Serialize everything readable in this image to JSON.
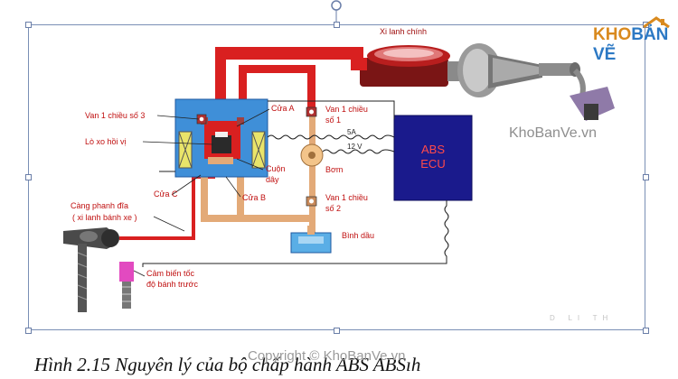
{
  "labels": {
    "xi_lanh_chinh": "Xi lanh chính",
    "van1_so3": "Van 1 chiều số 3",
    "lo_xo_hoi_vi": "Lò xo hồi vị",
    "cua_a": "Cửa A",
    "van1_so1_l1": "Van 1 chiều",
    "van1_so1_l2": "số 1",
    "cuon_day_l1": "Cuộn",
    "cuon_day_l2": "dây",
    "cua_c": "Cửa C",
    "cua_b": "Cửa B",
    "bom": "Bơm",
    "van1_so2_l1": "Van 1 chiều",
    "van1_so2_l2": "số 2",
    "binh_dau": "Bình dầu",
    "cang_phanh_l1": "Càng phanh đĩa",
    "cang_phanh_l2": "( xi lanh bánh xe )",
    "cam_bien_l1": "Cảm biến tốc",
    "cam_bien_l2": "độ bánh trước",
    "wire_5a": "5A",
    "wire_12v": "12 V",
    "ecu_l1": "ABS",
    "ecu_l2": "ECU"
  },
  "caption": "Hình 2.15 Nguyên lý của bộ chấp hành ABS  ABSıh",
  "watermark": {
    "logo_part1": "KHO",
    "logo_part2": "BẢN VẼ",
    "mid_text": "KhoBanVe.vn",
    "bottom_text": "Copyright © KhoBanVe.vn"
  },
  "colors": {
    "high_pressure": "#d92020",
    "low_pressure": "#e3aa78",
    "ecu": "#1a1a8c",
    "valve_body": "#3f8fd8",
    "coil": "#e9e46a",
    "pump": "#f3c48a",
    "reservoir": "#5aaee6"
  }
}
